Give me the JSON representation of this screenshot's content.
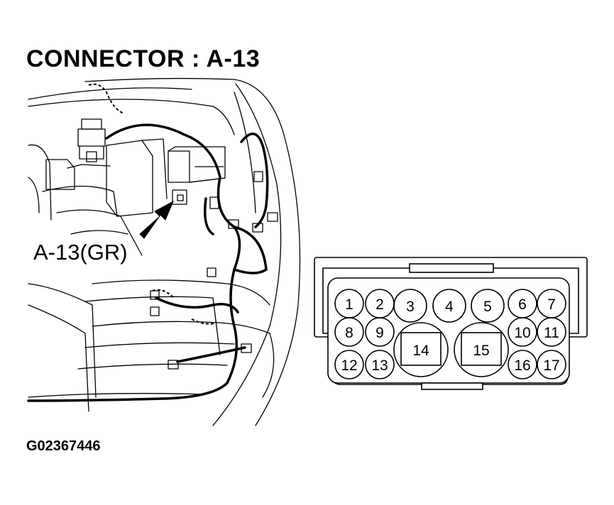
{
  "diagram": {
    "title": "CONNECTOR : A-13",
    "callout_label": "A-13(GR)",
    "figure_id": "G02367446",
    "connector_pins": [
      "1",
      "2",
      "3",
      "4",
      "5",
      "6",
      "7",
      "8",
      "9",
      "10",
      "11",
      "12",
      "13",
      "14",
      "15",
      "16",
      "17"
    ]
  }
}
